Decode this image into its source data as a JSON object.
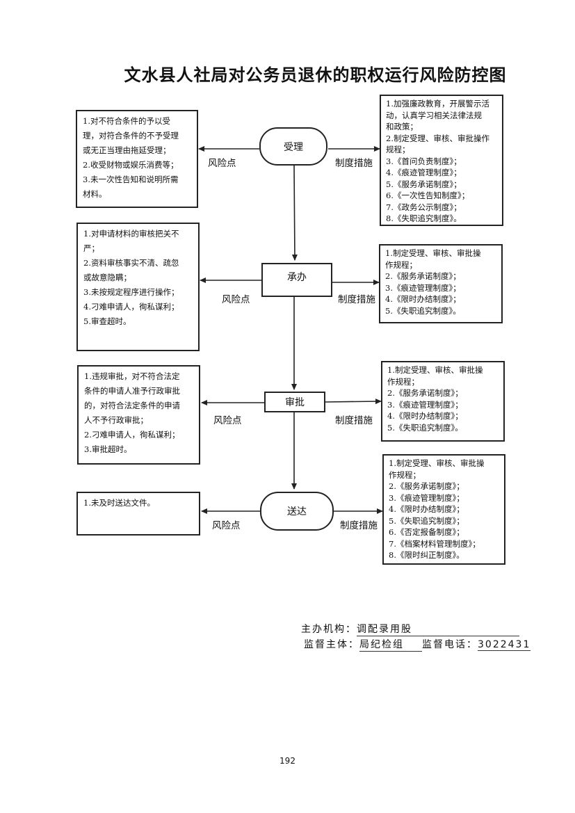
{
  "title": "文水县人社局对公务员退休的职权运行风险防控图",
  "labels": {
    "risk": "风险点",
    "measures": "制度措施"
  },
  "steps": [
    {
      "name": "受理",
      "risks": [
        "1.对不符合条件的予以受",
        "理，对符合条件的不予受理",
        "或无正当理由拖延受理；",
        "2.收受财物或娱乐消费等；",
        "3.未一次性告知和说明所需",
        "材料。"
      ],
      "measures": [
        "1.加强廉政教育，开展警示活",
        "动，认真学习相关法律法规",
        "和政策；",
        "2.制定受理、审核、审批操作",
        "规程；",
        "3.《首问负责制度》；",
        "4.《痕迹管理制度》；",
        "5.《服务承诺制度》；",
        "6.《一次性告知制度》；",
        "7.《政务公示制度》；",
        "8.《失职追究制度》。"
      ]
    },
    {
      "name": "承办",
      "risks": [
        "1.对申请材料的审核把关不",
        "严；",
        "2.资料审核事实不清、疏忽",
        "或故意隐瞒；",
        "3.未按规定程序进行操作；",
        "4.刁难申请人，徇私谋利；",
        "5.审查超时。"
      ],
      "measures": [
        "1.制定受理、审核、审批操",
        "作规程；",
        "2.《服务承诺制度》；",
        "3.《痕迹管理制度》；",
        "4.《限时办结制度》；",
        "5.《失职追究制度》。"
      ]
    },
    {
      "name": "审批",
      "risks": [
        "1.违规审批，对不符合法定",
        "条件的申请人准予行政审批",
        "的，对符合法定条件的申请",
        "人不予行政审批；",
        "2.刁难申请人，徇私谋利；",
        "3.审批超时。"
      ],
      "measures": [
        "1.制定受理、审核、审批操",
        "作规程；",
        "2.《服务承诺制度》；",
        "3.《痕迹管理制度》；",
        "4.《限时办结制度》；",
        "5.《失职追究制度》。"
      ]
    },
    {
      "name": "送达",
      "risks": [
        "1.未及时送达文件。"
      ],
      "measures": [
        "1.制定受理、审核、审批操",
        "作规程；",
        "2.《服务承诺制度》；",
        "3.《痕迹管理制度》；",
        "4.《限时办结制度》；",
        "5.《失职追究制度》；",
        "6.《否定报备制度》；",
        "7.《档案材料管理制度》；",
        "8.《限时纠正制度》。"
      ]
    }
  ],
  "footer": {
    "org_label": "主办机构：",
    "org_value": "调配录用股",
    "sup_label": "监督主体：",
    "sup_value": "局纪检组",
    "tel_label": "监督电话：",
    "tel_value": "3022431"
  },
  "page_number": "192"
}
